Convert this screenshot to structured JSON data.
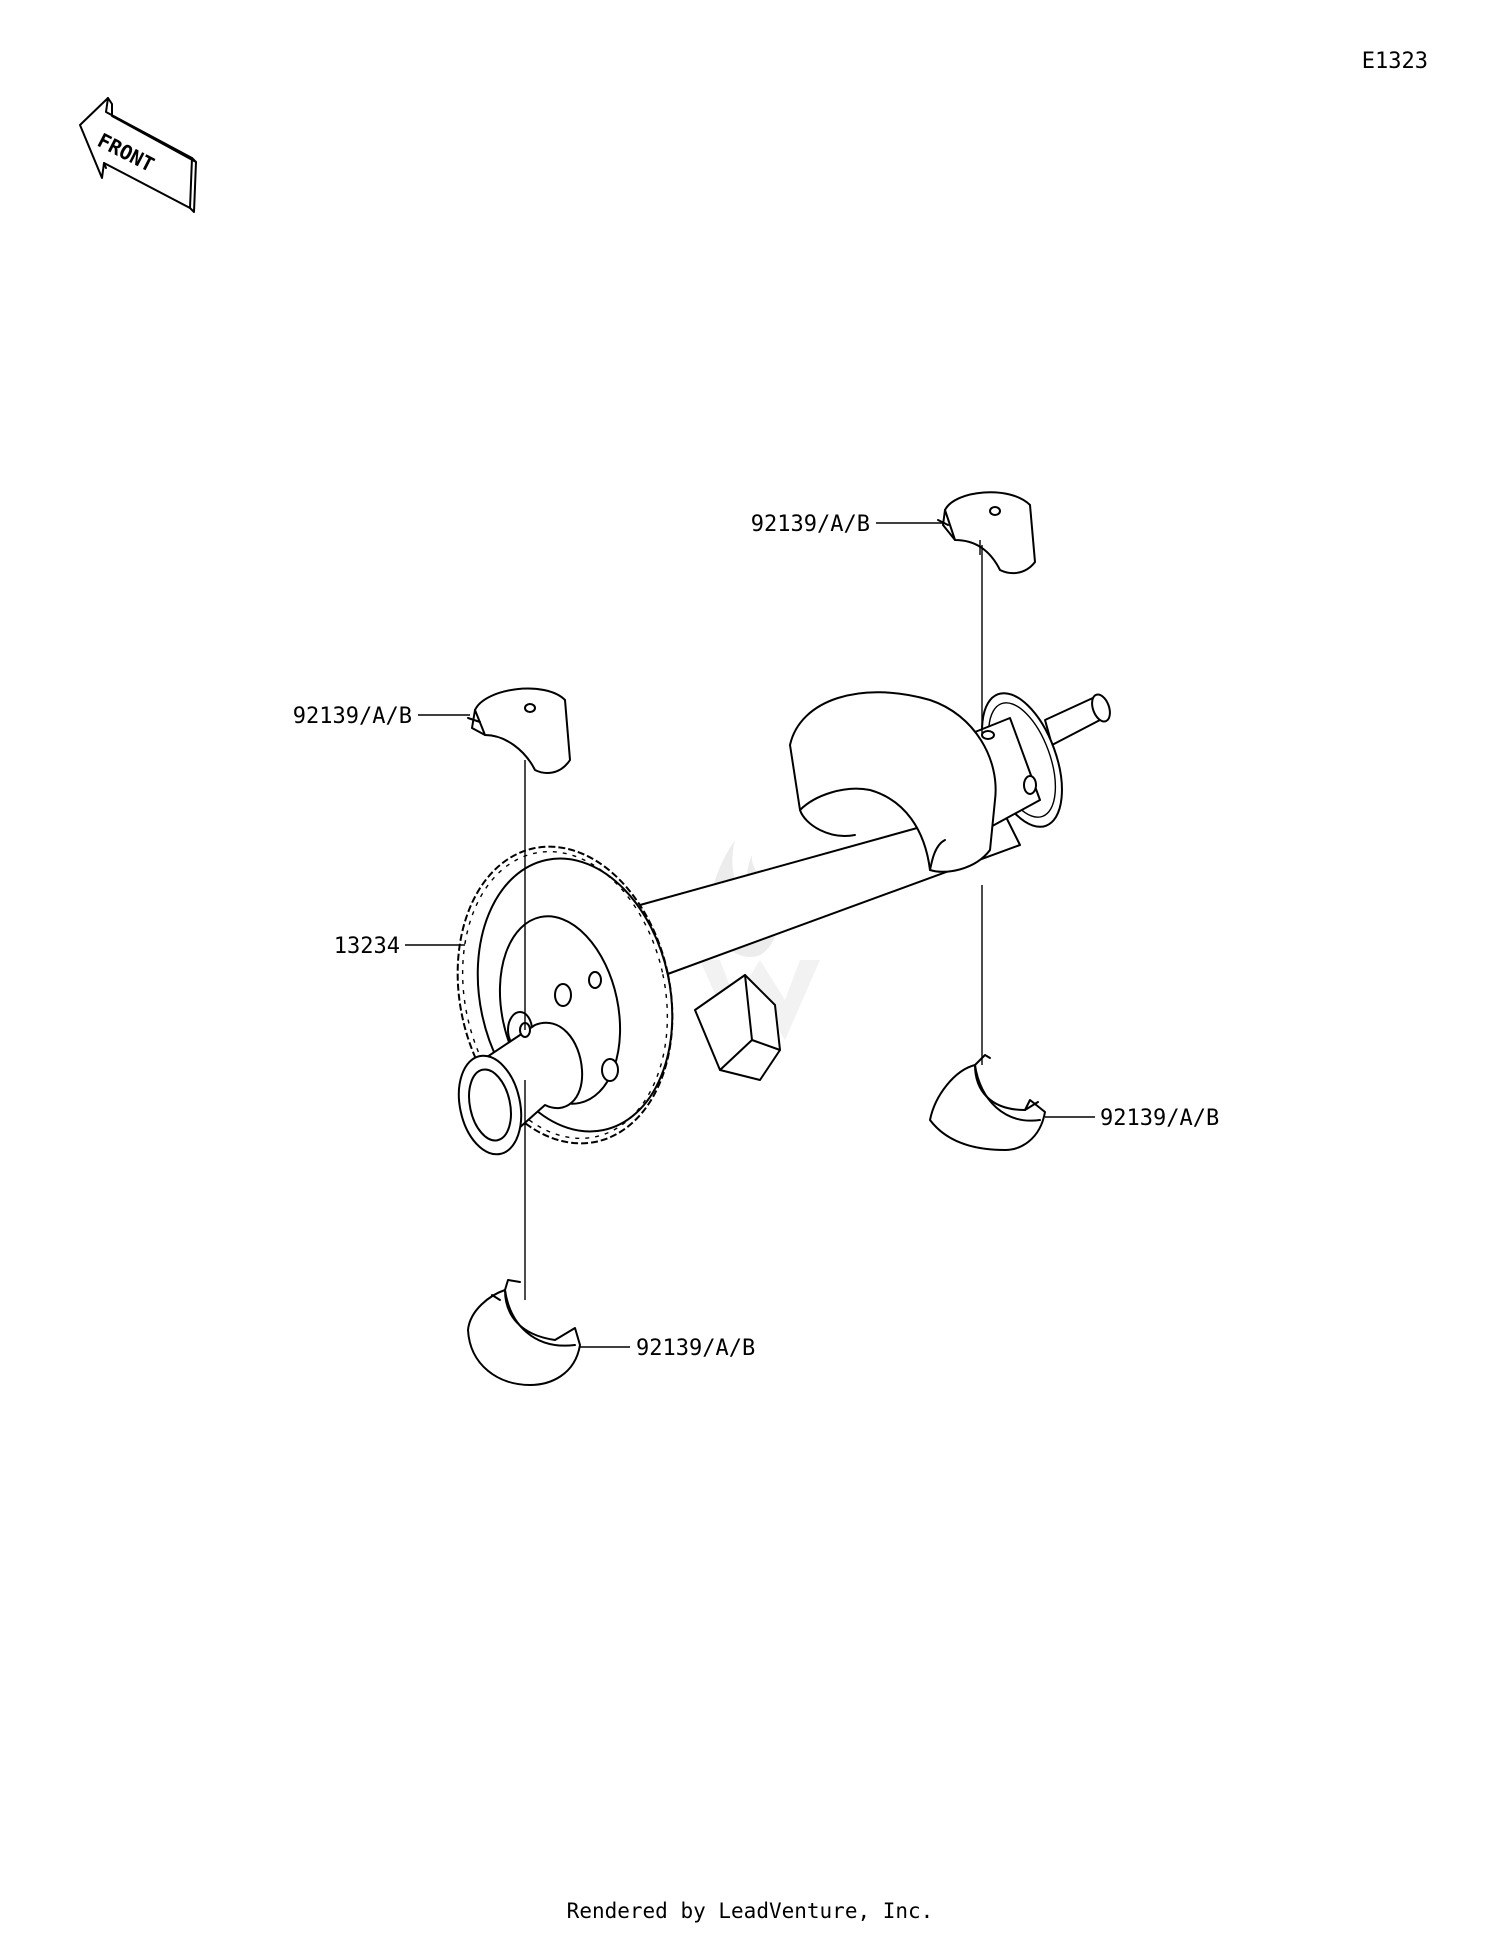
{
  "diagram_code": "E1323",
  "front_arrow_label": "FRONT",
  "footer": "Rendered by LeadVenture, Inc.",
  "callouts": {
    "bearing_top_right": "92139/A/B",
    "bearing_upper_left": "92139/A/B",
    "gear": "13234",
    "bearing_lower_right": "92139/A/B",
    "bearing_bottom_left": "92139/A/B"
  }
}
